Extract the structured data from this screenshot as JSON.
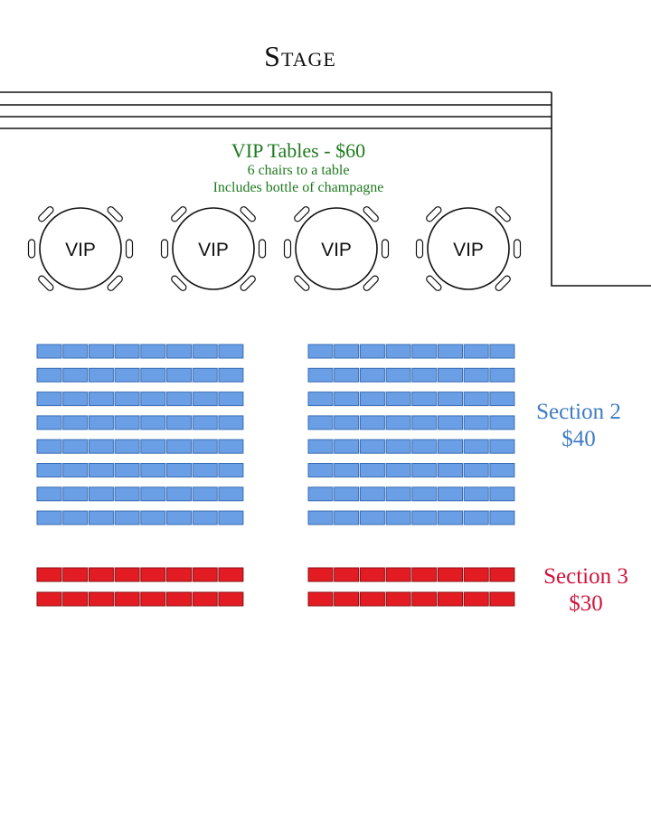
{
  "stage": {
    "label": "Stage"
  },
  "vip": {
    "title": "VIP Tables - $60",
    "chairs": "6 chairs to a table",
    "includes": "Includes bottle of champagne",
    "table_label": "VIP",
    "table_count": 4,
    "chairs_per_table": 6
  },
  "sections": [
    {
      "id": "section-2",
      "name": "Section 2",
      "price": "$40",
      "rows": 8,
      "seats_per_block_row": 8,
      "blocks": 2,
      "fill": "#6a9fe6",
      "stroke": "#3a6db4"
    },
    {
      "id": "section-3",
      "name": "Section 3",
      "price": "$30",
      "rows": 2,
      "seats_per_block_row": 8,
      "blocks": 2,
      "fill": "#e31c24",
      "stroke": "#8a0f12"
    }
  ],
  "colors": {
    "vip_text": "#1f7a1f",
    "section2_text": "#3e7bc4",
    "section3_text": "#d0143c"
  }
}
